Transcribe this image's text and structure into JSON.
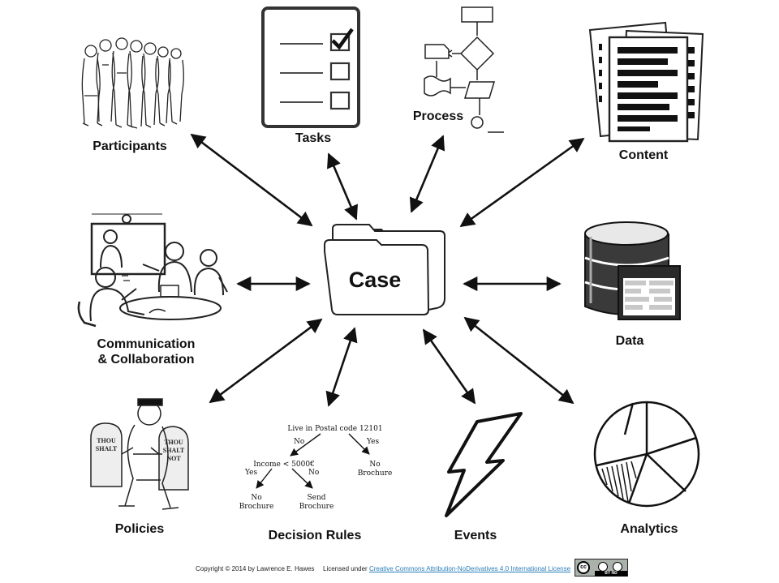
{
  "center": {
    "label": "Case"
  },
  "nodes": [
    {
      "id": "participants",
      "label": "Participants",
      "icon": "group-of-people-icon"
    },
    {
      "id": "tasks",
      "label": "Tasks",
      "icon": "checklist-icon"
    },
    {
      "id": "process",
      "label": "Process",
      "icon": "flowchart-icon"
    },
    {
      "id": "content",
      "label": "Content",
      "icon": "documents-icon"
    },
    {
      "id": "communication",
      "label_line1": "Communication",
      "label_line2": "& Collaboration",
      "icon": "meeting-icon"
    },
    {
      "id": "data",
      "label": "Data",
      "icon": "database-icon"
    },
    {
      "id": "policies",
      "label": "Policies",
      "icon": "tablets-icon"
    },
    {
      "id": "decision_rules",
      "label": "Decision Rules",
      "icon": "decision-tree-icon"
    },
    {
      "id": "events",
      "label": "Events",
      "icon": "lightning-bolt-icon"
    },
    {
      "id": "analytics",
      "label": "Analytics",
      "icon": "pie-chart-icon"
    }
  ],
  "decision_tree": {
    "root": "Live in Postal code 12101",
    "no": "No",
    "yes": "Yes",
    "income_node": "Income < 5000€",
    "right_leaf_line1": "No",
    "right_leaf_line2": "Brochure",
    "yes2": "Yes",
    "no2": "No",
    "leaf_left_line1": "No",
    "leaf_left_line2": "Brochure",
    "leaf_mid_line1": "Send",
    "leaf_mid_line2": "Brochure"
  },
  "tablets": {
    "text_line1": "THOU",
    "text_line2": "SHALT",
    "text_line3": "NOT"
  },
  "footer": {
    "copyright": "Copyright © 2014 by Lawrence E. Hawes",
    "licensed_prefix": "Licensed under",
    "license_link": "Creative Commons Attribution-NoDerivatives 4.0 International License",
    "badge_text": "BY ND"
  }
}
